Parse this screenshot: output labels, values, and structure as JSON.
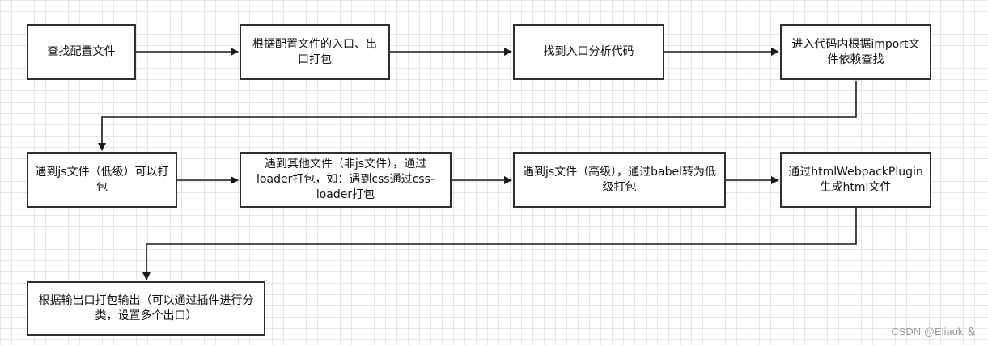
{
  "nodes": {
    "find_config": "查找配置文件",
    "pack_by_config": "根据配置文件的入口、出口打包",
    "find_entry": "找到入口分析代码",
    "enter_code": "进入代码内根据import文件依赖查找",
    "low_js": "遇到js文件（低级）可以打包",
    "other_files": "遇到其他文件（非js文件），通过loader打包，如：遇到css通过css-loader打包",
    "high_js": "遇到js文件（高级），通过babel转为低级打包",
    "html_plugin": "通过htmlWebpackPlugin生成html文件",
    "output": "根据输出口打包输出（可以通过插件进行分类，设置多个出口）"
  },
  "watermark": "CSDN @Eliauk ＆"
}
